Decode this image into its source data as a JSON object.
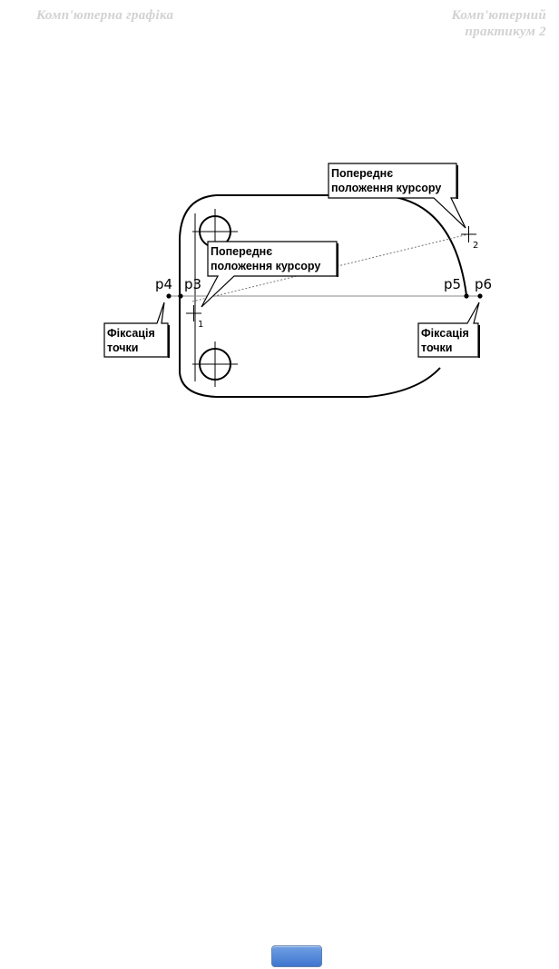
{
  "header": {
    "left_title": "Комп'ютерна графіка",
    "right_title_line1": "Комп'ютерний",
    "right_title_line2": "практикум 2"
  },
  "figure": {
    "point_labels": {
      "p4": "p4",
      "p3": "p3",
      "p5": "p5",
      "p6": "p6"
    },
    "cursor_subscripts": {
      "c1": "1",
      "c2": "2"
    },
    "callouts": {
      "prev_cursor_top": {
        "line1": "Попереднє",
        "line2": "положення курсору"
      },
      "prev_cursor_middle": {
        "line1": "Попереднє",
        "line2": "положення курсору"
      },
      "fix_point_left": {
        "line1": "Фіксація",
        "line2": "точки"
      },
      "fix_point_right": {
        "line1": "Фіксація",
        "line2": "точки"
      }
    }
  },
  "footer": {
    "page_button_color": "#4a7fd6"
  }
}
